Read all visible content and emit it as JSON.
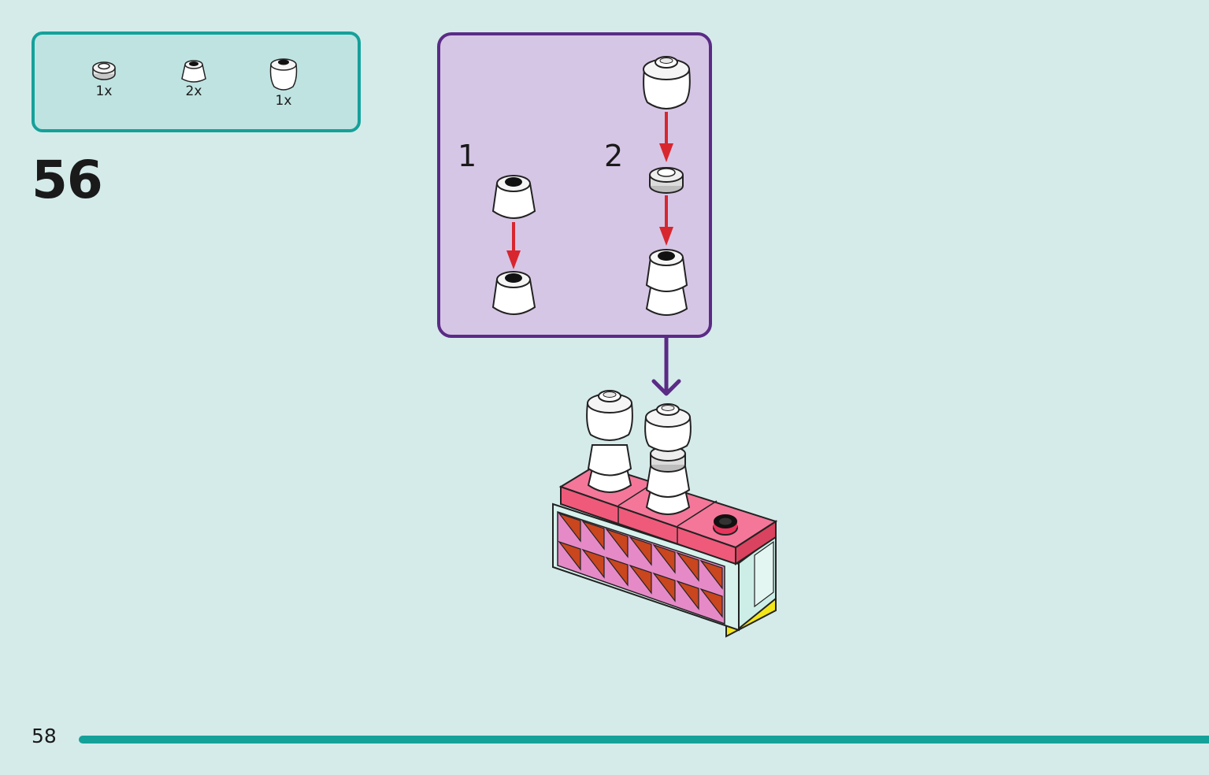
{
  "parts": [
    {
      "qty": "1x",
      "icon": "round-plate-icon"
    },
    {
      "qty": "2x",
      "icon": "cone-icon"
    },
    {
      "qty": "1x",
      "icon": "round-brick-icon"
    }
  ],
  "step": {
    "number": "56"
  },
  "substeps": [
    {
      "label": "1"
    },
    {
      "label": "2"
    }
  ],
  "footer": {
    "page_number": "58"
  },
  "colors": {
    "accent_teal": "#14a19a",
    "substep_purple": "#5b2b86",
    "arrow_red": "#d8262f",
    "brick_pink": "#ef5a7a",
    "brick_orange": "#c9461e"
  }
}
